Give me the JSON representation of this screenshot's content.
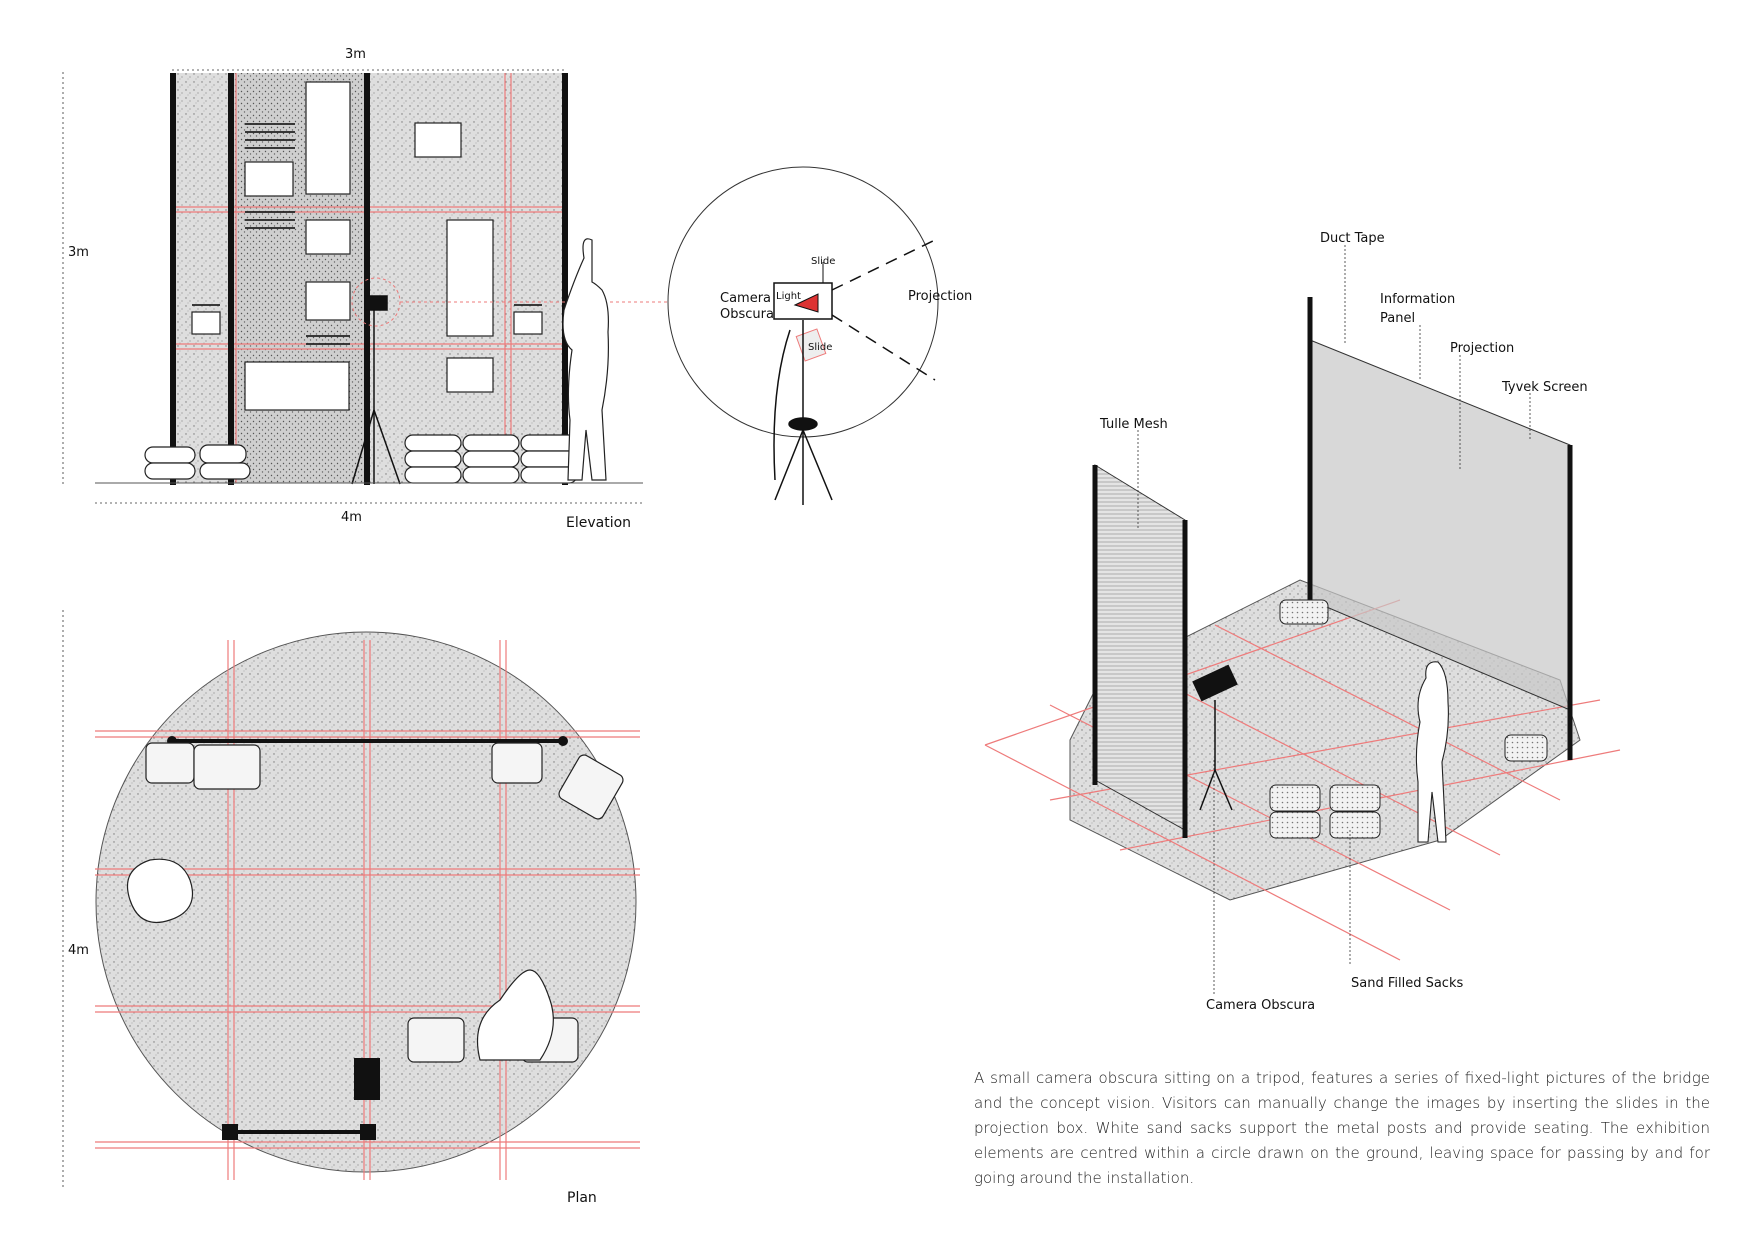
{
  "elevation": {
    "title": "Elevation",
    "width_dim": "3m",
    "height_dim": "3m",
    "base_dim": "4m"
  },
  "detail": {
    "camera_label_1": "Camera",
    "camera_label_2": "Obscura",
    "light_label": "Light",
    "slide_label": "Slide",
    "slide_label_2": "Slide",
    "projection_label": "Projection"
  },
  "plan": {
    "title": "Plan",
    "size_dim": "4m"
  },
  "axonometric": {
    "duct_tape": "Duct Tape",
    "info_panel_1": "Information",
    "info_panel_2": "Panel",
    "projection": "Projection",
    "tyvek_screen": "Tyvek Screen",
    "tulle_mesh": "Tulle Mesh",
    "sand_sacks": "Sand Filled Sacks",
    "camera_obscura": "Camera Obscura"
  },
  "caption": "A small camera obscura sitting on a tripod, features a series of fixed-light pictures of the bridge and the concept vision. Visitors can manually change the images by inserting the slides in the projection box. White sand sacks support the metal posts and provide seating. The exhibition elements are centred within a circle drawn on the ground, leaving space for passing by and for going around the installation.",
  "colors": {
    "grid_line": "#ee7b7b",
    "ink": "#111111",
    "stipple_fill": "#d9d9d9"
  }
}
